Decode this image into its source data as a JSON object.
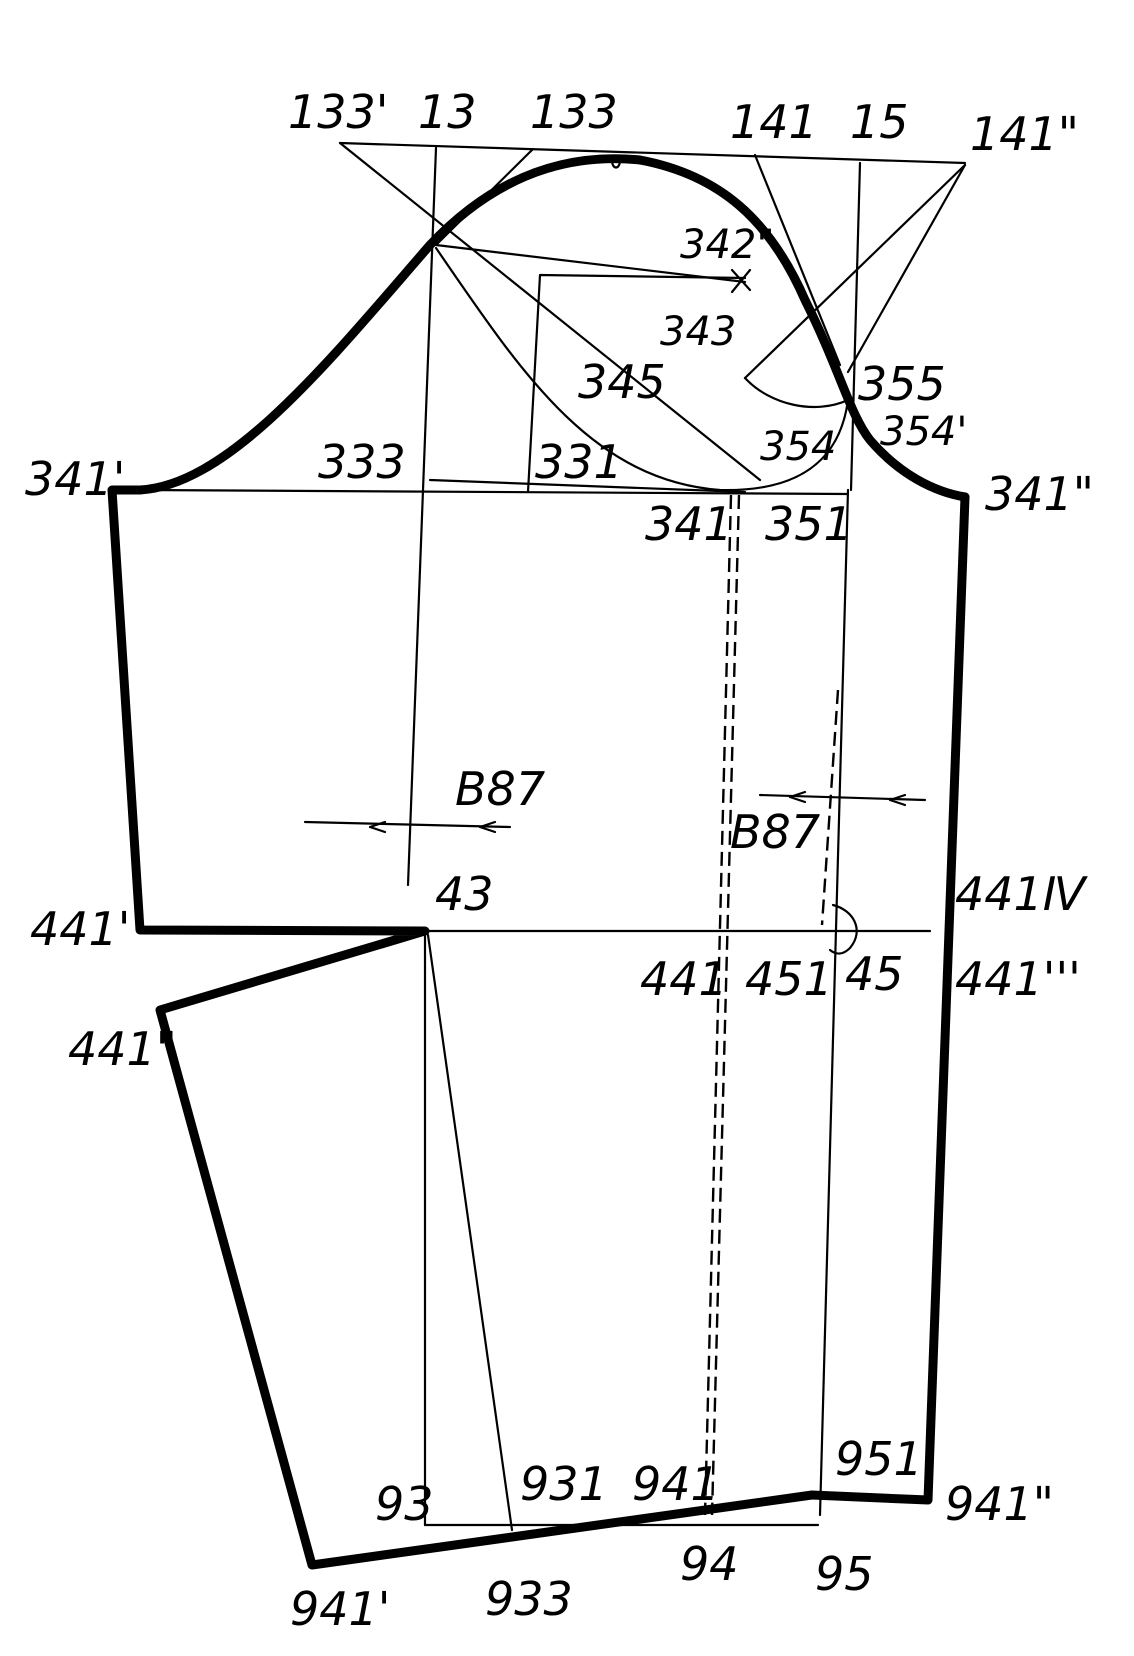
{
  "diagram": {
    "point_labels": {
      "p133p": "133'",
      "p13": "13",
      "p133": "133",
      "p141": "141",
      "p15": "15",
      "p141pp": "141\"",
      "p342": "342\"",
      "p343": "343",
      "p345": "345",
      "p355": "355",
      "p354": "354",
      "p354p": "354'",
      "p341p": "341'",
      "p333": "333",
      "p331": "331",
      "p341": "341",
      "p351": "351",
      "p341pp": "341\"",
      "p441iv": "441Ⅳ",
      "p43": "43",
      "p441p": "441'",
      "p441": "441",
      "p451": "451",
      "p45": "45",
      "p441iii": "441'''",
      "p441pp": "441\"",
      "p93": "93",
      "p931": "931",
      "p941": "941",
      "p951": "951",
      "p941pp": "941\"",
      "p94": "94",
      "p95": "95",
      "p941p": "941'",
      "p933": "933",
      "b87_left": "B87",
      "b87_right": "B87"
    }
  }
}
